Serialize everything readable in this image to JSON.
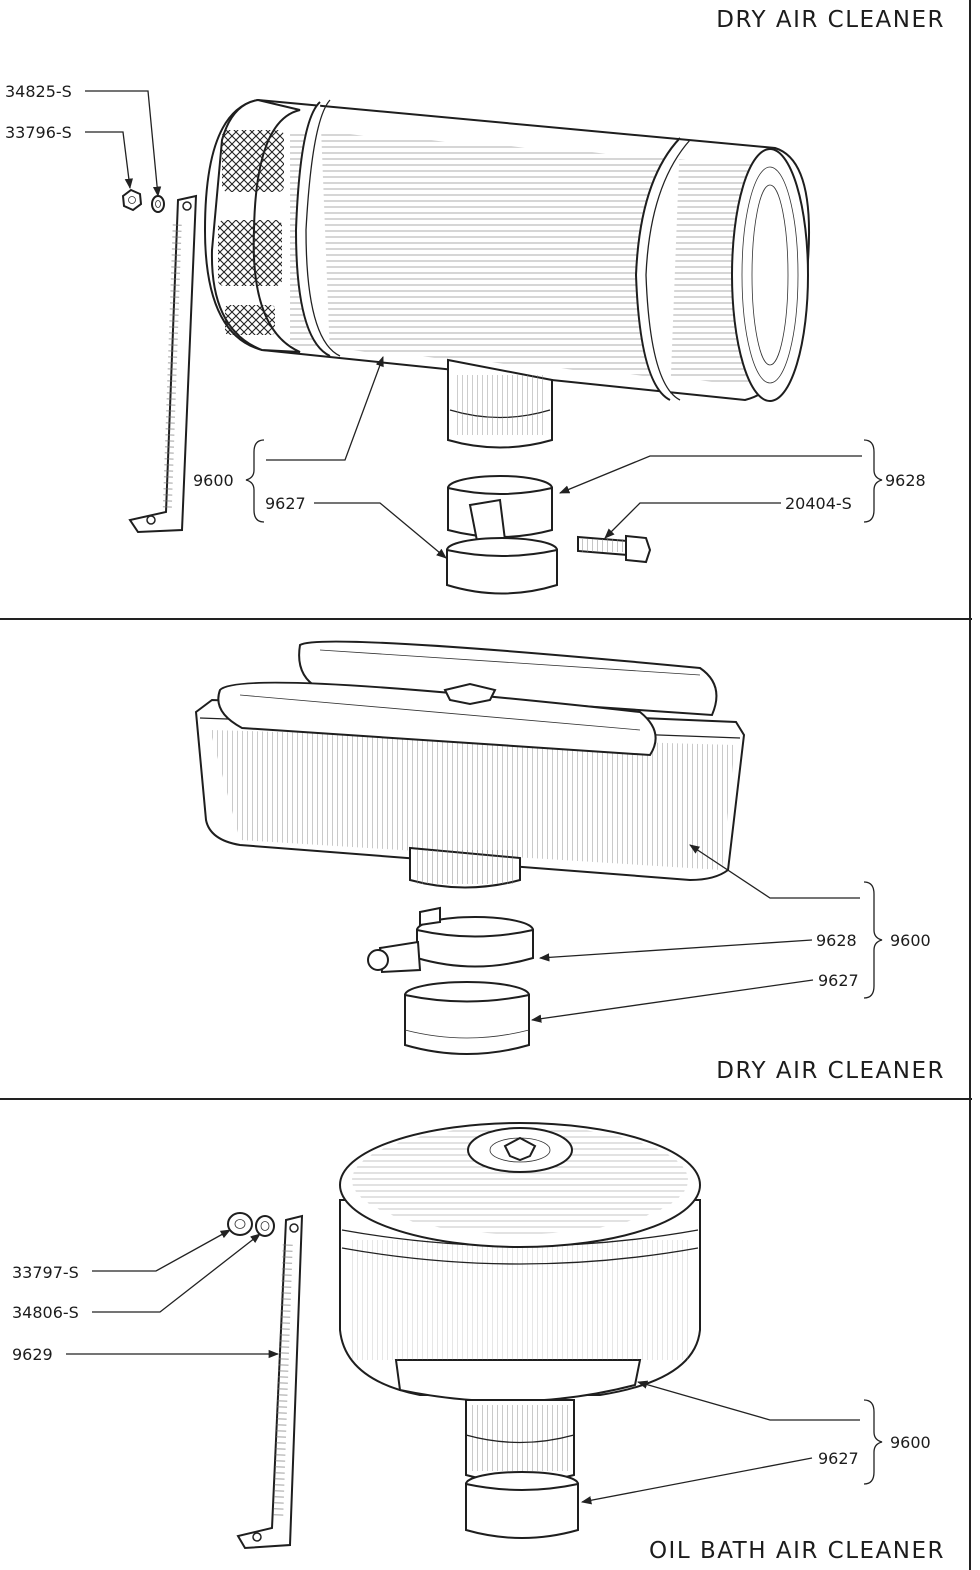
{
  "panels": [
    {
      "title": "DRY AIR CLEANER",
      "labels": {
        "p34825s": "34825-S",
        "p33796s": "33796-S",
        "p9600": "9600",
        "p9627": "9627",
        "p9628": "9628",
        "p20404s": "20404-S"
      }
    },
    {
      "title": "DRY AIR CLEANER",
      "labels": {
        "p9628": "9628",
        "p9627": "9627",
        "p9600": "9600"
      }
    },
    {
      "title": "OIL BATH AIR CLEANER",
      "labels": {
        "p33797s": "33797-S",
        "p34806s": "34806-S",
        "p9629": "9629",
        "p9600": "9600",
        "p9627": "9627"
      }
    }
  ]
}
